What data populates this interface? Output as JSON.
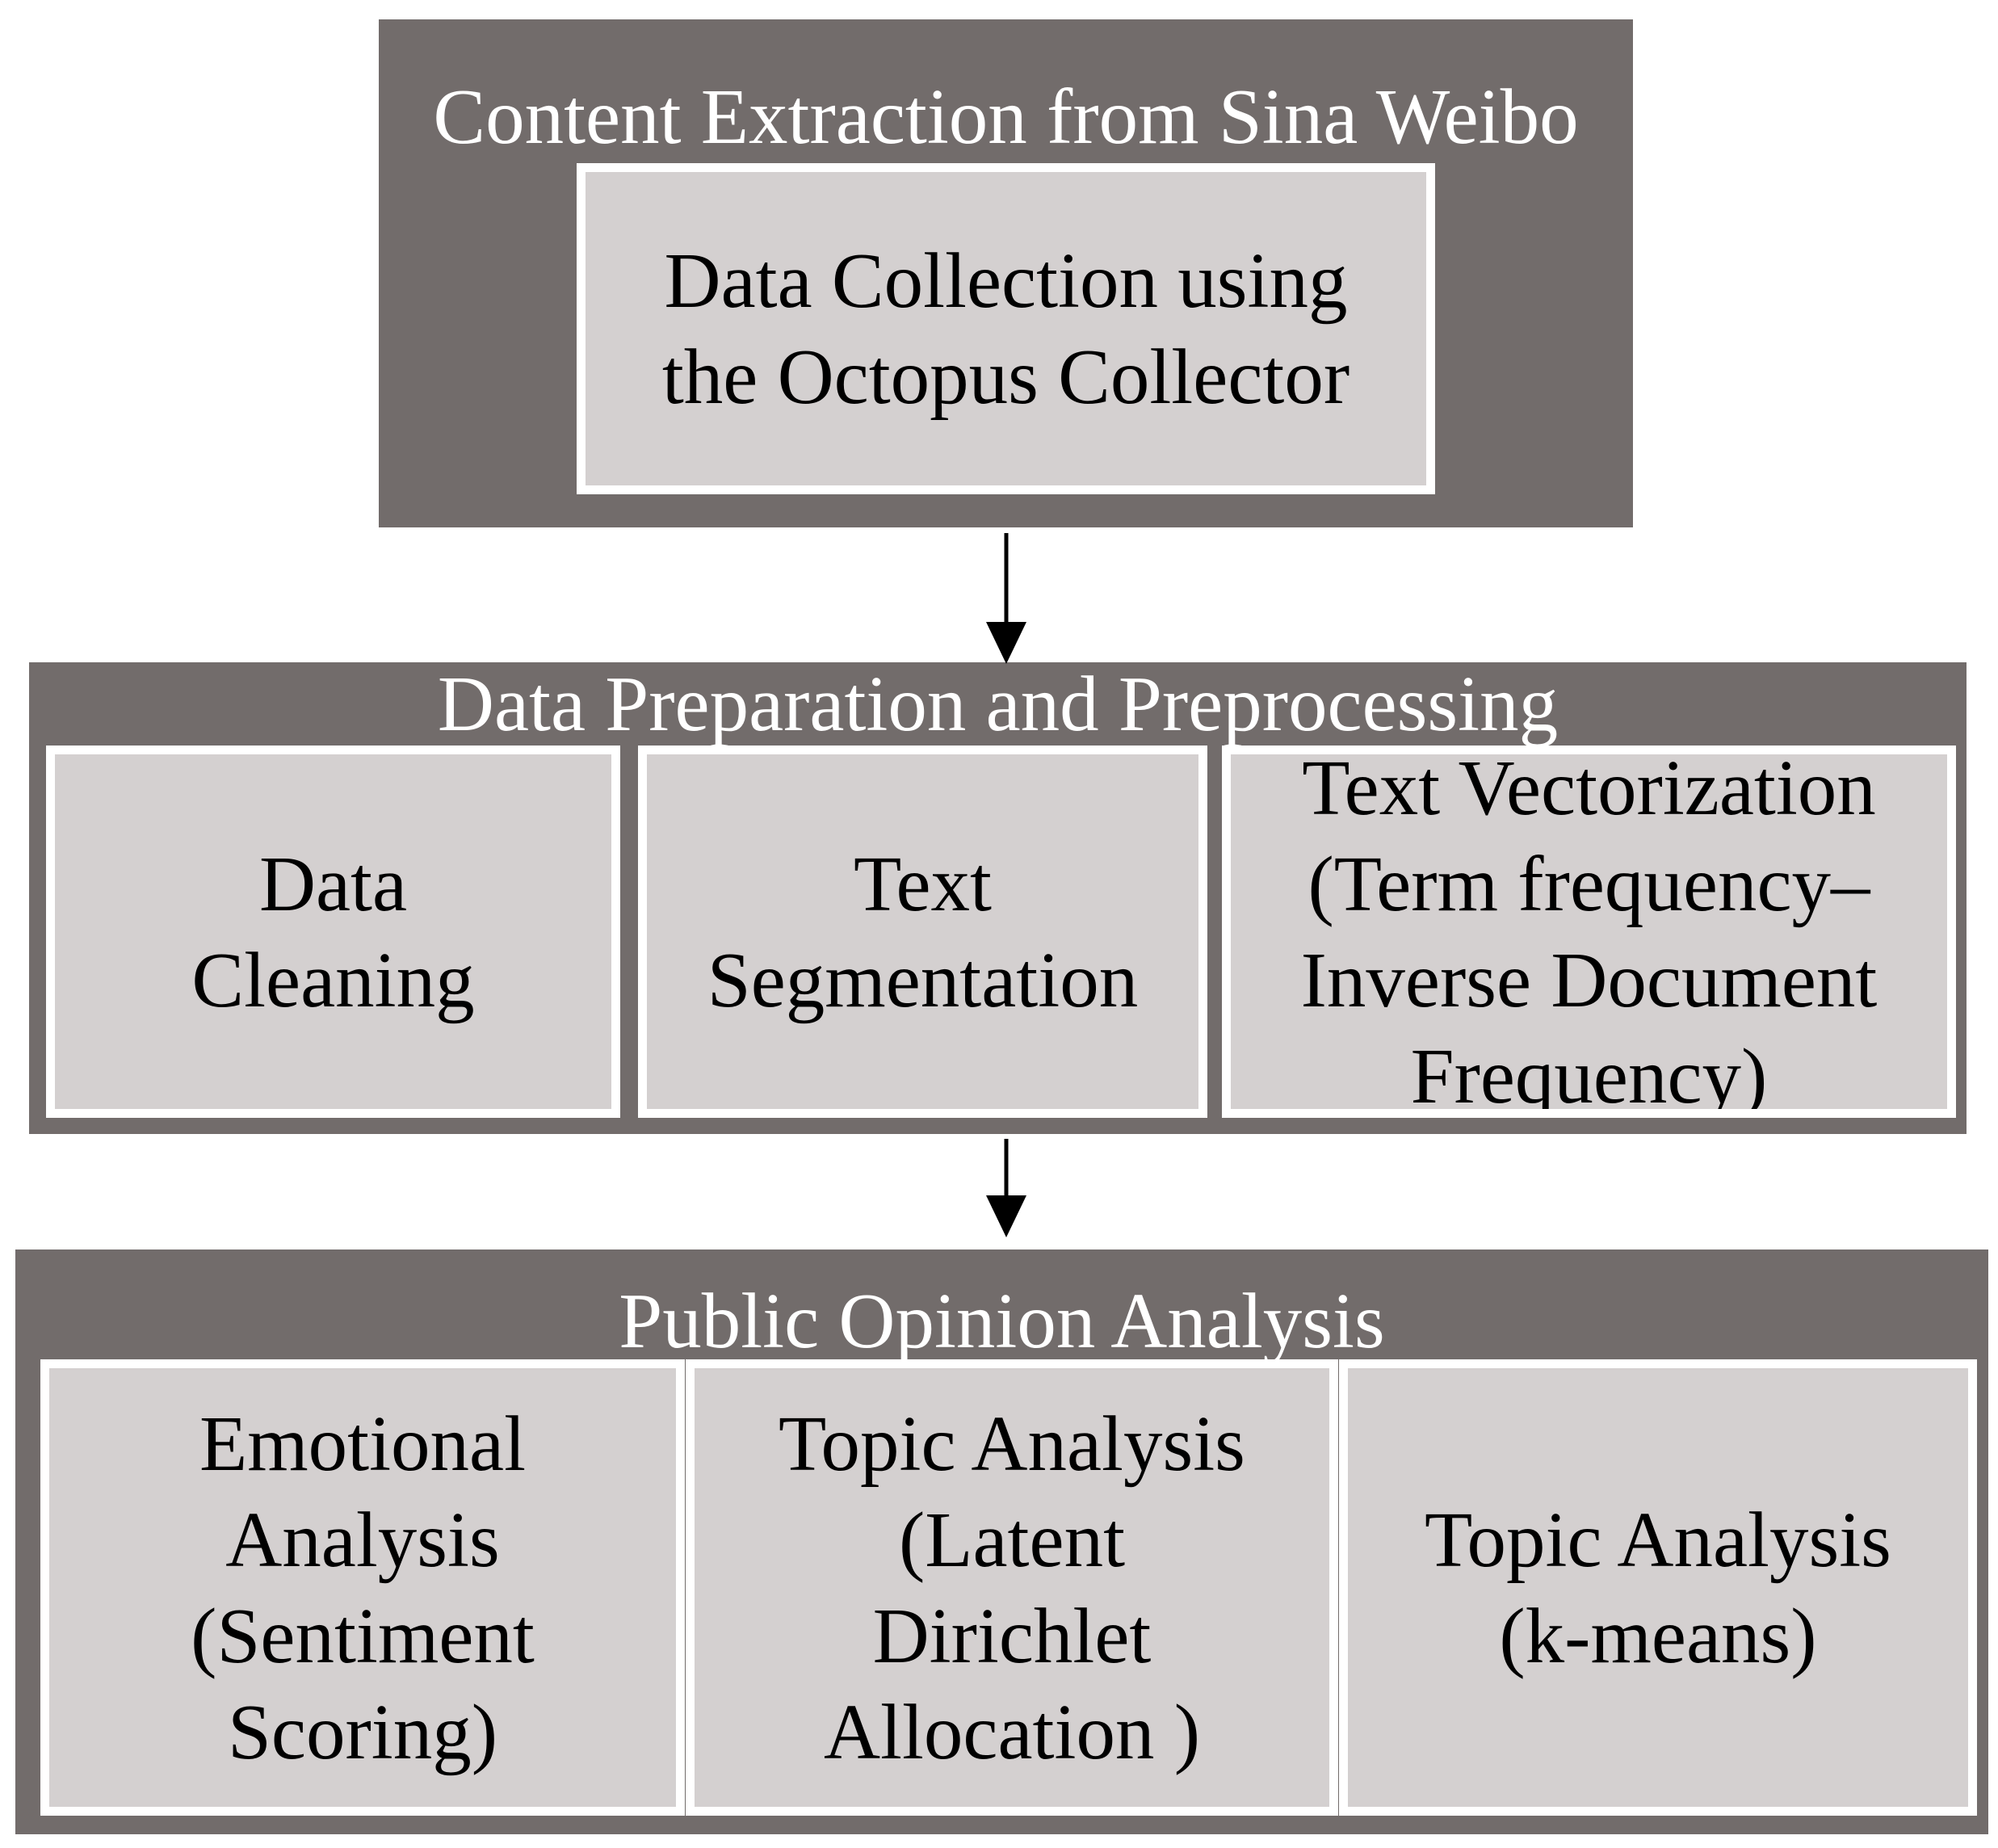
{
  "stages": [
    {
      "title": "Content Extraction from Sina Weibo",
      "boxes": [
        "Data Collection using\nthe Octopus Collector"
      ]
    },
    {
      "title": "Data Preparation and Preprocessing",
      "boxes": [
        "Data\nCleaning",
        "Text\nSegmentation",
        "Text Vectorization\n(Term frequency–\nInverse Document\nFrequency)"
      ]
    },
    {
      "title": "Public Opinion Analysis",
      "boxes": [
        "Emotional\nAnalysis\n(Sentiment\nScoring)",
        "Topic Analysis\n(Latent\nDirichlet\nAllocation )",
        "Topic Analysis\n(k-means)"
      ]
    }
  ],
  "colors": {
    "panel": "#726c6b",
    "box_fill": "#d4d0d0",
    "box_border": "#ffffff",
    "arrow": "#000000"
  }
}
